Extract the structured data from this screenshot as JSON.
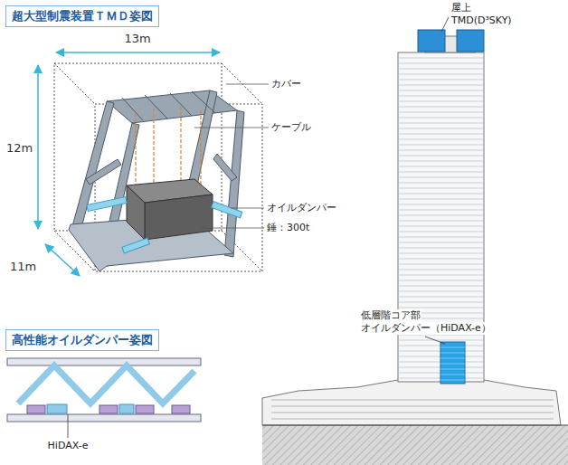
{
  "diagram": {
    "nodes": [
      {
        "text": [
          "超大型制震装置ＴＭＤ姿図"
        ]
      },
      {
        "text": [
          "高性能オイルダンパー姿図"
        ]
      }
    ],
    "labels": [
      "13m",
      "12m",
      "11m",
      "カバー",
      "ケーブル",
      "オイルダンパー",
      "錘：300t",
      "HiDAX-e",
      "屋上",
      "TMD(D³SKY)",
      "低層階コア部",
      "オイルダンパー（HiDAX-e）"
    ]
  }
}
